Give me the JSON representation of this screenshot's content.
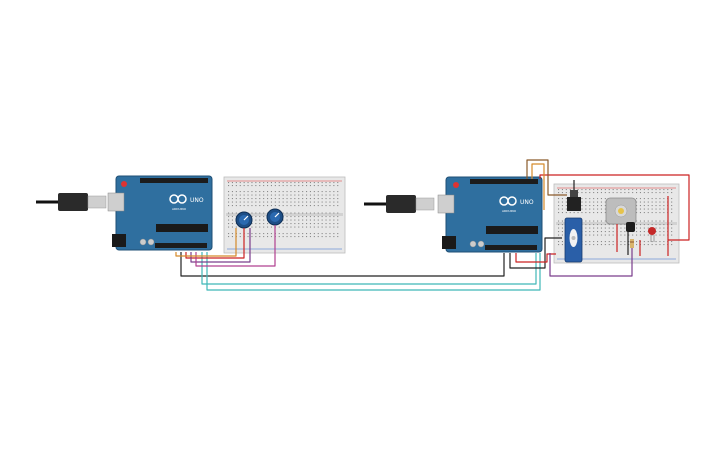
{
  "diagram": {
    "arduino_left": {
      "brand": "ARDUINO",
      "model": "UNO"
    },
    "arduino_right": {
      "brand": "ARDUINO",
      "model": "UNO"
    }
  },
  "colors": {
    "board": "#2f6f9f",
    "board_dark": "#1f4f75",
    "breadboard": "#e8e8e8",
    "rail_red": "#d33",
    "rail_blue": "#36c",
    "wire_black": "#222222",
    "wire_red": "#cc2222",
    "wire_purple": "#7a3d8c",
    "wire_magenta": "#b04090",
    "wire_cyan": "#3fb8b8",
    "wire_orange": "#d58a2a",
    "wire_brown": "#8a5a2a"
  }
}
